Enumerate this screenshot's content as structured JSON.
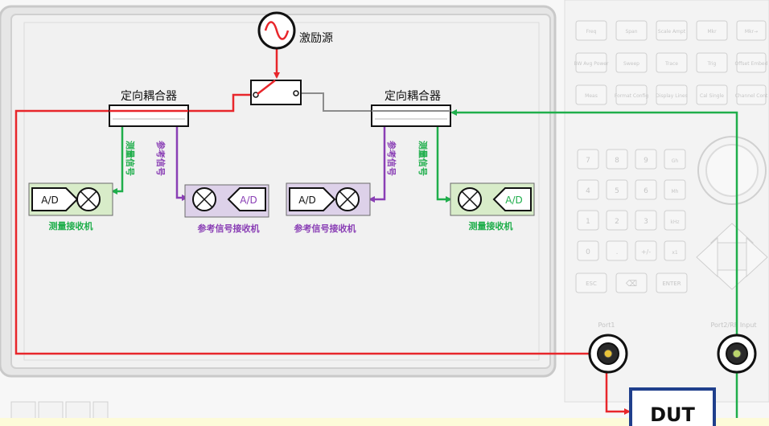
{
  "source": {
    "label": "激励源"
  },
  "couplers": [
    {
      "label": "定向耦合器"
    },
    {
      "label": "定向耦合器"
    }
  ],
  "signals": {
    "measure": "测量信号",
    "reference": "参考信号"
  },
  "receivers": [
    {
      "ad": "A/D",
      "label": "测量接收机"
    },
    {
      "ad": "A/D",
      "label": "参考信号接收机"
    },
    {
      "ad": "A/D",
      "label": "参考信号接收机"
    },
    {
      "ad": "A/D",
      "label": "测量接收机"
    }
  ],
  "panel": {
    "rows": [
      [
        "Freq",
        "Span",
        "Scale Ampt",
        "Mkr",
        "Mkr→"
      ],
      [
        "BW Avg Power",
        "Sweep",
        "Trace",
        "Trig",
        "Offset Embed"
      ],
      [
        "Meas",
        "Format Config",
        "Display Lines",
        "Cal Single",
        "Channel Cont"
      ]
    ],
    "keypad": [
      [
        "7",
        "8",
        "9",
        "Gh"
      ],
      [
        "4",
        "5",
        "6",
        "Mh"
      ],
      [
        "1",
        "2",
        "3",
        "kHz"
      ],
      [
        "0",
        ".",
        "+/-",
        "x1"
      ]
    ],
    "bottom": [
      "ESC",
      "⌫",
      "ENTER"
    ]
  },
  "ports": {
    "port1": "Port1",
    "port2": "Port2/RF Input"
  },
  "dut": {
    "label": "DUT"
  },
  "colors": {
    "red": "#e8262b",
    "green": "#1fae4b",
    "purple": "#8a3fb5",
    "gray": "#8c8c8c",
    "screen_bg": "#f1f1f1",
    "measure_box": "#d8ecc9",
    "ref_box": "#ddd1e9",
    "dut_border": "#1f3f8c"
  }
}
